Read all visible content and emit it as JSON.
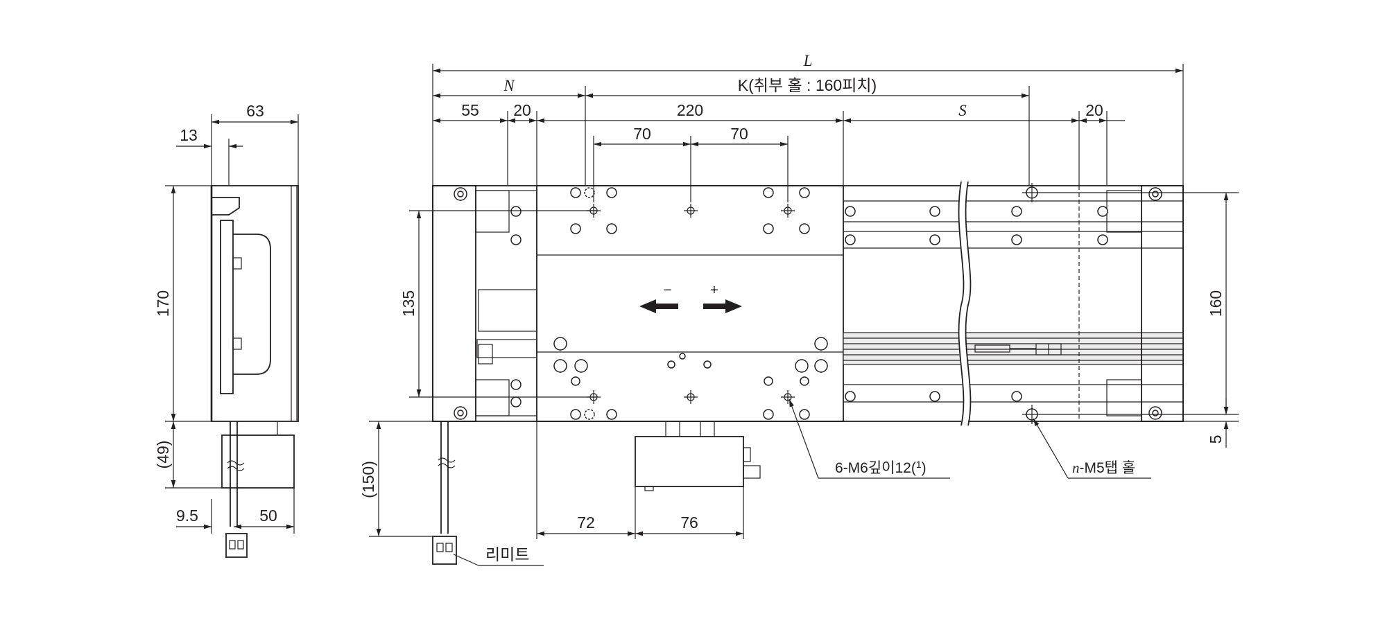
{
  "labels": {
    "L": "L",
    "N": "N",
    "K": "K(취부 홀 : 160피치)",
    "S": "S",
    "d55": "55",
    "d20a": "20",
    "d220": "220",
    "d20b": "20",
    "d70a": "70",
    "d70b": "70",
    "d63": "63",
    "d13": "13",
    "d170": "170",
    "d49": "(49)",
    "d9_5": "9.5",
    "d50": "50",
    "d135": "135",
    "d150": "(150)",
    "d72": "72",
    "d76": "76",
    "d160": "160",
    "d5": "5",
    "minus": "−",
    "plus": "+",
    "tap_main": "6-M6깊이12(",
    "tap_sup": "1",
    "tap_close": ")",
    "nm5_n": "n",
    "nm5_rest": "-M5탭 홀",
    "limit": "리미트"
  }
}
